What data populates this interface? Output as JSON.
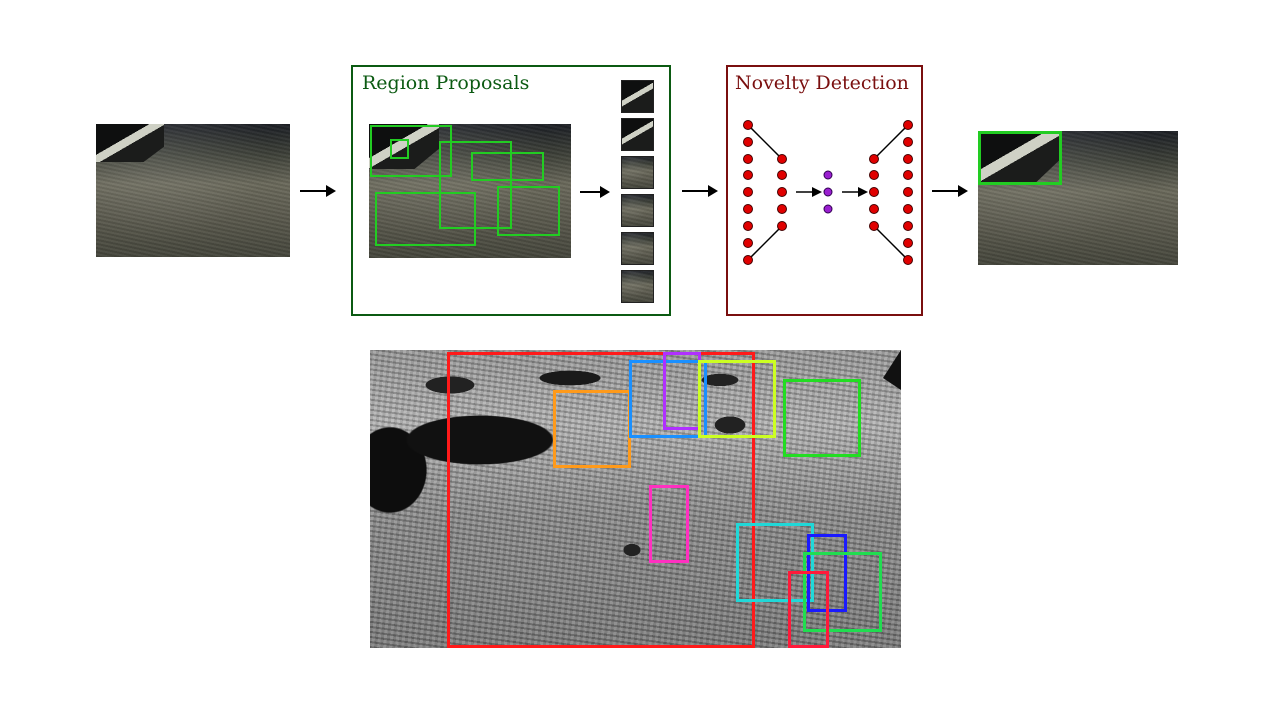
{
  "figure": {
    "region_proposals": {
      "title": "Region Proposals",
      "frame_color": "#0b5a12",
      "box_color": "#22cc22",
      "proposal_count": 6,
      "crop_thumbnails": 6
    },
    "novelty_detection": {
      "title": "Novelty Detection",
      "frame_color": "#7a0f0f",
      "node_color": "#e00000",
      "latent_color": "#9a1fd0",
      "layers": [
        9,
        5,
        3,
        5,
        9
      ]
    },
    "output": {
      "highlight_color": "#22cc22",
      "detections": 1
    },
    "bottom_image": {
      "boxes": [
        {
          "color": "#ff1a1a",
          "label": "large-red"
        },
        {
          "color": "#ff9a1a",
          "label": "orange"
        },
        {
          "color": "#1a90ff",
          "label": "blue"
        },
        {
          "color": "#b030ff",
          "label": "purple"
        },
        {
          "color": "#ccff22",
          "label": "yellow-green"
        },
        {
          "color": "#22dd22",
          "label": "green"
        },
        {
          "color": "#ff30c0",
          "label": "magenta"
        },
        {
          "color": "#20d8d8",
          "label": "cyan"
        },
        {
          "color": "#1a1aff",
          "label": "dark-blue"
        },
        {
          "color": "#20dd50",
          "label": "green-2"
        },
        {
          "color": "#ff1a3a",
          "label": "small-red"
        }
      ]
    }
  }
}
